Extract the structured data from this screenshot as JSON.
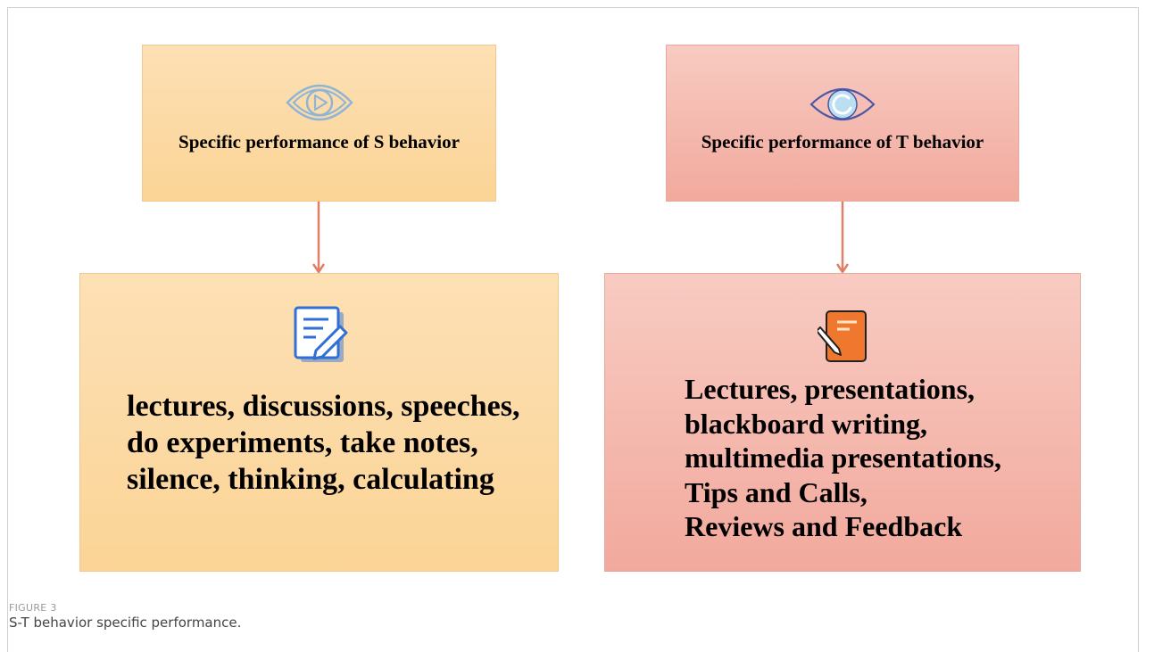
{
  "diagram": {
    "s_behavior": {
      "title": "Specific performance of S behavior",
      "details": "lectures, discussions, speeches,\ndo experiments, take notes,\nsilence, thinking, calculating",
      "icon": "eye-play-icon"
    },
    "t_behavior": {
      "title": "Specific performance of T behavior",
      "details": "Lectures, presentations,\nblackboard writing,\nmultimedia presentations,\nTips and Calls,\nReviews and Feedback",
      "icon": "eye-icon"
    },
    "colors": {
      "orange_box": "#fbd496",
      "pink_box": "#f2a99d",
      "arrow": "#e07f66"
    }
  },
  "caption": {
    "label": "FIGURE 3",
    "text": "S-T behavior specific performance."
  }
}
